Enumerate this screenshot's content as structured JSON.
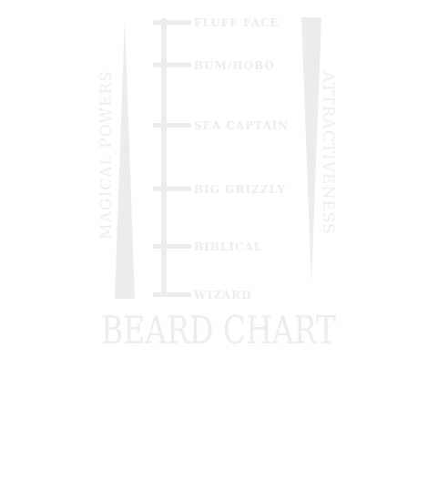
{
  "colors": {
    "ink": "#ececec",
    "background": "#ffffff"
  },
  "scale": {
    "levels": [
      "FLUFF FACE",
      "BUM/HOBO",
      "SEA CAPTAIN",
      "BIG GRIZZLY",
      "BIBLICAL",
      "WIZARD"
    ]
  },
  "left_axis": {
    "label": "MAGICAL POWERS"
  },
  "right_axis": {
    "label": "ATTRACTIVENESS"
  },
  "title": "BEARD CHART"
}
